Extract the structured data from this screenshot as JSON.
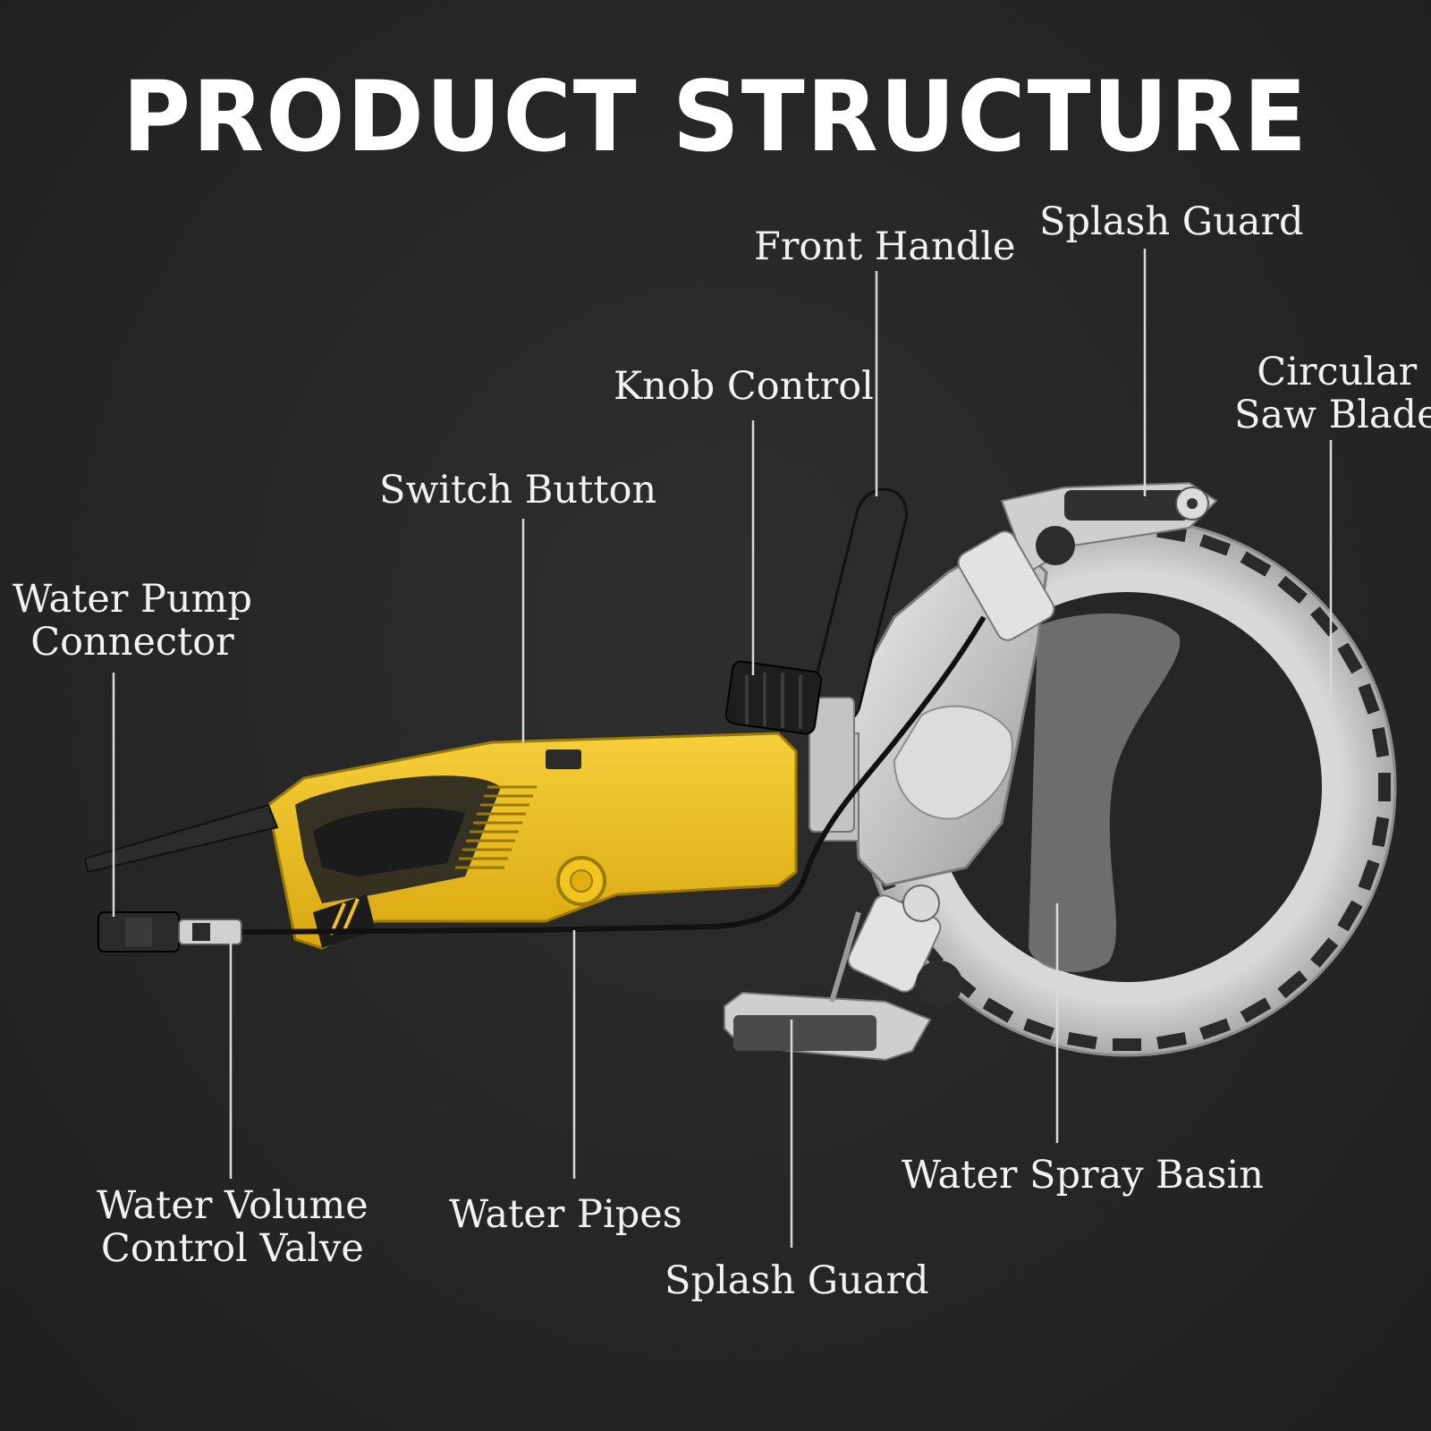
{
  "title": "PRODUCT STRUCTURE",
  "labels": {
    "front_handle": "Front Handle",
    "splash_guard_top": "Splash Guard",
    "knob_control": "Knob Control",
    "circular_saw_blade": [
      "Circular",
      "Saw Blade"
    ],
    "switch_button": "Switch Button",
    "water_pump_connector": [
      "Water Pump",
      "Connector"
    ],
    "water_volume_control_valve": [
      "Water Volume",
      "Control Valve"
    ],
    "water_pipes": "Water Pipes",
    "splash_guard_bottom": "Splash Guard",
    "water_spray_basin": "Water Spray Basin"
  },
  "colors": {
    "background": "#262626",
    "text": "#f2f2f2",
    "body_yellow": "#f2c21b",
    "handle_dark": "#2b2b2b",
    "metal": "#c9c9c9",
    "blade": "#b9b9b9"
  }
}
